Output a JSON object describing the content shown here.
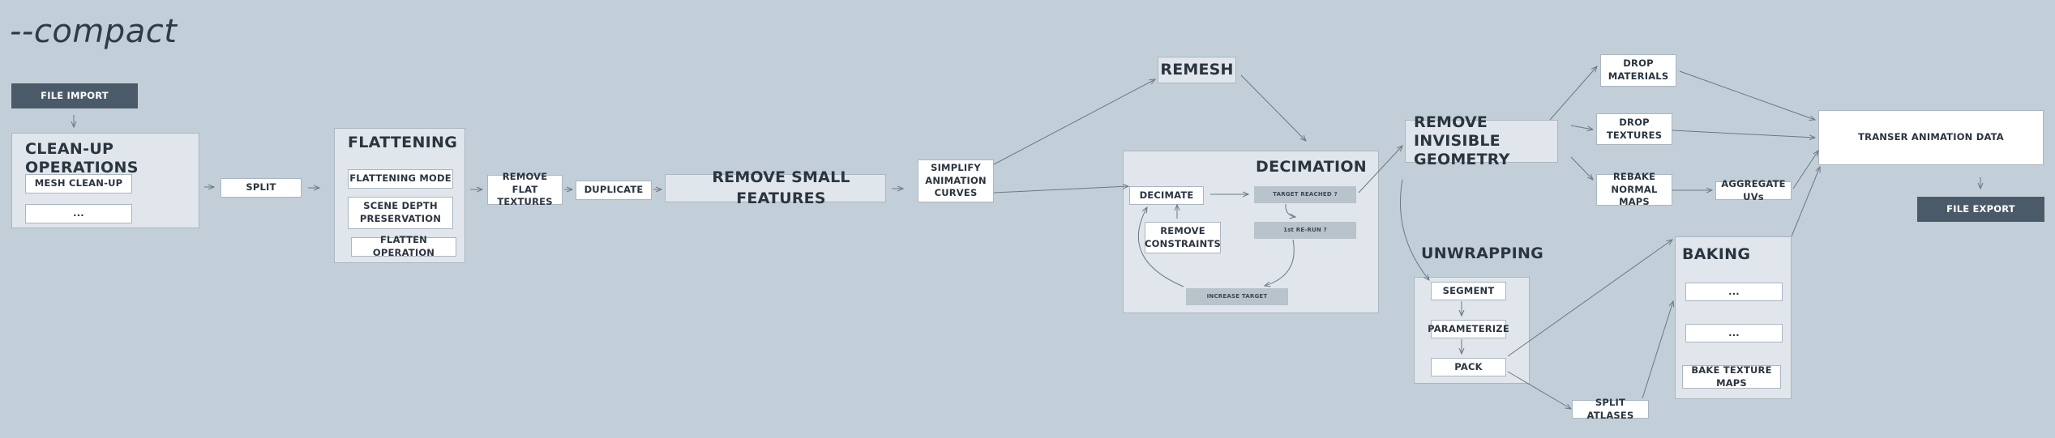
{
  "title": "--compact",
  "nodes": {
    "file_import": "FILE IMPORT",
    "cleanup_heading": "CLEAN-UP OPERATIONS",
    "mesh_cleanup": "MESH CLEAN-UP",
    "cleanup_more": "...",
    "split": "SPLIT",
    "flattening_heading": "FLATTENING",
    "flattening_mode": "FLATTENING MODE",
    "scene_depth_preservation": "SCENE DEPTH PRESERVATION",
    "flatten_operation": "FLATTEN OPERATION",
    "remove_flat_textures": "REMOVE FLAT TEXTURES",
    "duplicate": "DUPLICATE",
    "remove_small_features": "REMOVE SMALL FEATURES",
    "simplify_animation_curves": "SIMPLIFY ANIMATION CURVES",
    "remesh": "REMESH",
    "decimation_heading": "DECIMATION",
    "decimate": "DECIMATE",
    "remove_constraints": "REMOVE CONSTRAINTS",
    "target_reached": "TARGET REACHED ?",
    "1st_re_run": "1st RE-RUN ?",
    "increase_target": "INCREASE TARGET",
    "remove_invisible_geometry": "REMOVE INVISIBLE GEOMETRY",
    "unwrapping_heading": "UNWRAPPING",
    "segment": "SEGMENT",
    "parameterize": "PARAMETERIZE",
    "pack": "PACK",
    "split_atlases": "SPLIT ATLASES",
    "drop_materials": "DROP MATERIALS",
    "drop_textures": "DROP TEXTURES",
    "rebake_normal_maps": "REBAKE NORMAL MAPS",
    "aggregate_uvs": "AGGREGATE UVs",
    "baking_heading": "BAKING",
    "baking_item_1": "...",
    "baking_item_2": "...",
    "bake_texture_maps": "BAKE TEXTURE MAPS",
    "transfer_animation_data": "TRANSER ANIMATION DATA",
    "file_export": "FILE EXPORT"
  },
  "colors": {
    "background": "#c3cfd8",
    "panel": "#e0e6eb",
    "node": "#ffffff",
    "dark_node": "#4a5a68",
    "gray_node": "#b8c3cc",
    "edge": "#6b7884"
  }
}
